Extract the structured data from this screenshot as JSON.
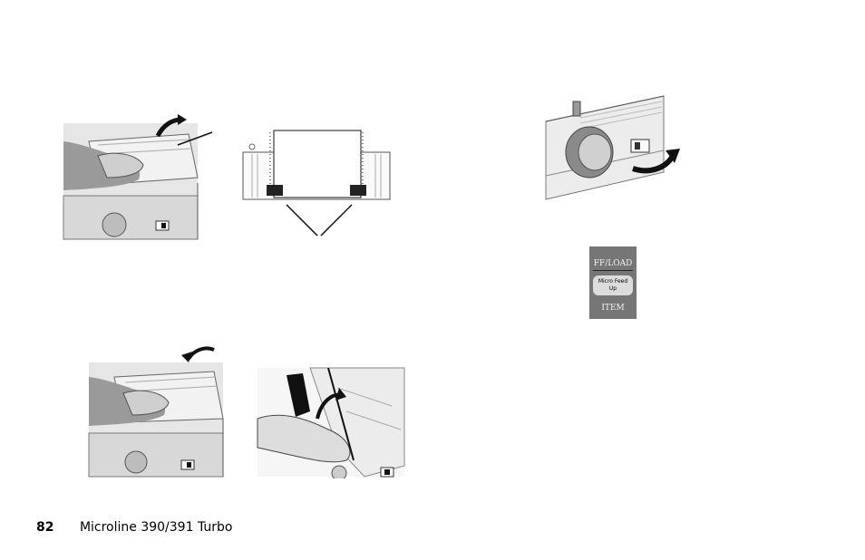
{
  "footer": {
    "page_number": "82",
    "title": "Microline 390/391 Turbo"
  },
  "control_panel": {
    "button_label": "FF/LOAD",
    "sub_label_line1": "Micro Feed",
    "sub_label_line2": "Up",
    "group_label": "ITEM"
  },
  "colors": {
    "panel_background": "#767676",
    "button_face": "#dcdcdc"
  }
}
